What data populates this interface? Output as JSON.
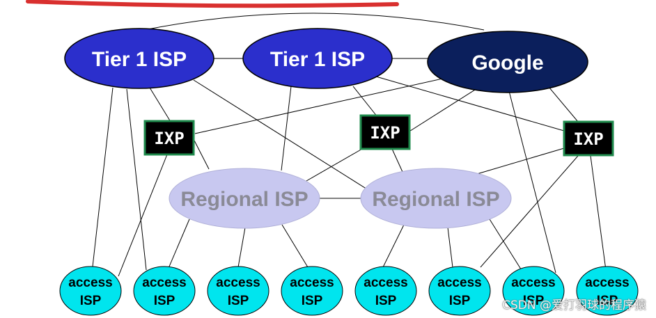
{
  "colors": {
    "tier1_fill": "#2b2fcc",
    "google_fill": "#0b1f5c",
    "regional_fill": "#c8c8f0",
    "ixp_fill": "#000000",
    "ixp_border": "#1f8a4c",
    "access_fill": "#00e5ee",
    "link": "#000000",
    "top_accent": "#d9302f"
  },
  "nodes": {
    "tier1_a": "Tier 1 ISP",
    "tier1_b": "Tier 1 ISP",
    "google": "Google",
    "ixp_1": "IXP",
    "ixp_2": "IXP",
    "ixp_3": "IXP",
    "regional_1": "Regional ISP",
    "regional_2": "Regional ISP",
    "access_top": "access",
    "access_bottom": "ISP"
  },
  "watermark": "CSDN @爱打羽球的程序猿"
}
